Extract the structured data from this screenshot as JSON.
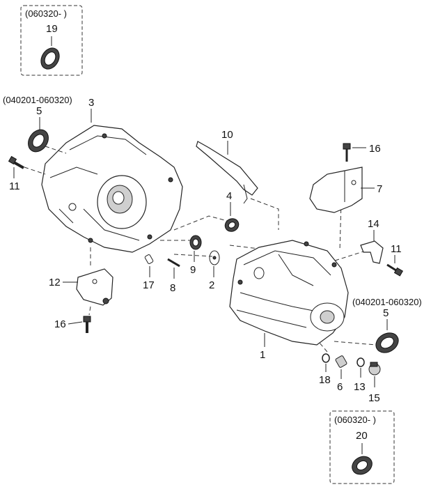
{
  "callouts": [
    {
      "id": "c1",
      "label": "1"
    },
    {
      "id": "c2",
      "label": "2"
    },
    {
      "id": "c3",
      "label": "3"
    },
    {
      "id": "c4",
      "label": "4"
    },
    {
      "id": "c5a",
      "label": "5"
    },
    {
      "id": "c5b",
      "label": "5"
    },
    {
      "id": "c6",
      "label": "6"
    },
    {
      "id": "c7",
      "label": "7"
    },
    {
      "id": "c8",
      "label": "8"
    },
    {
      "id": "c9",
      "label": "9"
    },
    {
      "id": "c10",
      "label": "10"
    },
    {
      "id": "c11a",
      "label": "11"
    },
    {
      "id": "c11b",
      "label": "11"
    },
    {
      "id": "c12",
      "label": "12"
    },
    {
      "id": "c13",
      "label": "13"
    },
    {
      "id": "c14",
      "label": "14"
    },
    {
      "id": "c15",
      "label": "15"
    },
    {
      "id": "c16a",
      "label": "16"
    },
    {
      "id": "c16b",
      "label": "16"
    },
    {
      "id": "c17",
      "label": "17"
    },
    {
      "id": "c18",
      "label": "18"
    },
    {
      "id": "c19",
      "label": "19"
    },
    {
      "id": "c20",
      "label": "20"
    }
  ],
  "date_codes": {
    "box_top": "(060320- )",
    "left_seal": "(040201-060320)",
    "right_seal": "(040201-060320)",
    "box_bottom": "(060320- )"
  }
}
